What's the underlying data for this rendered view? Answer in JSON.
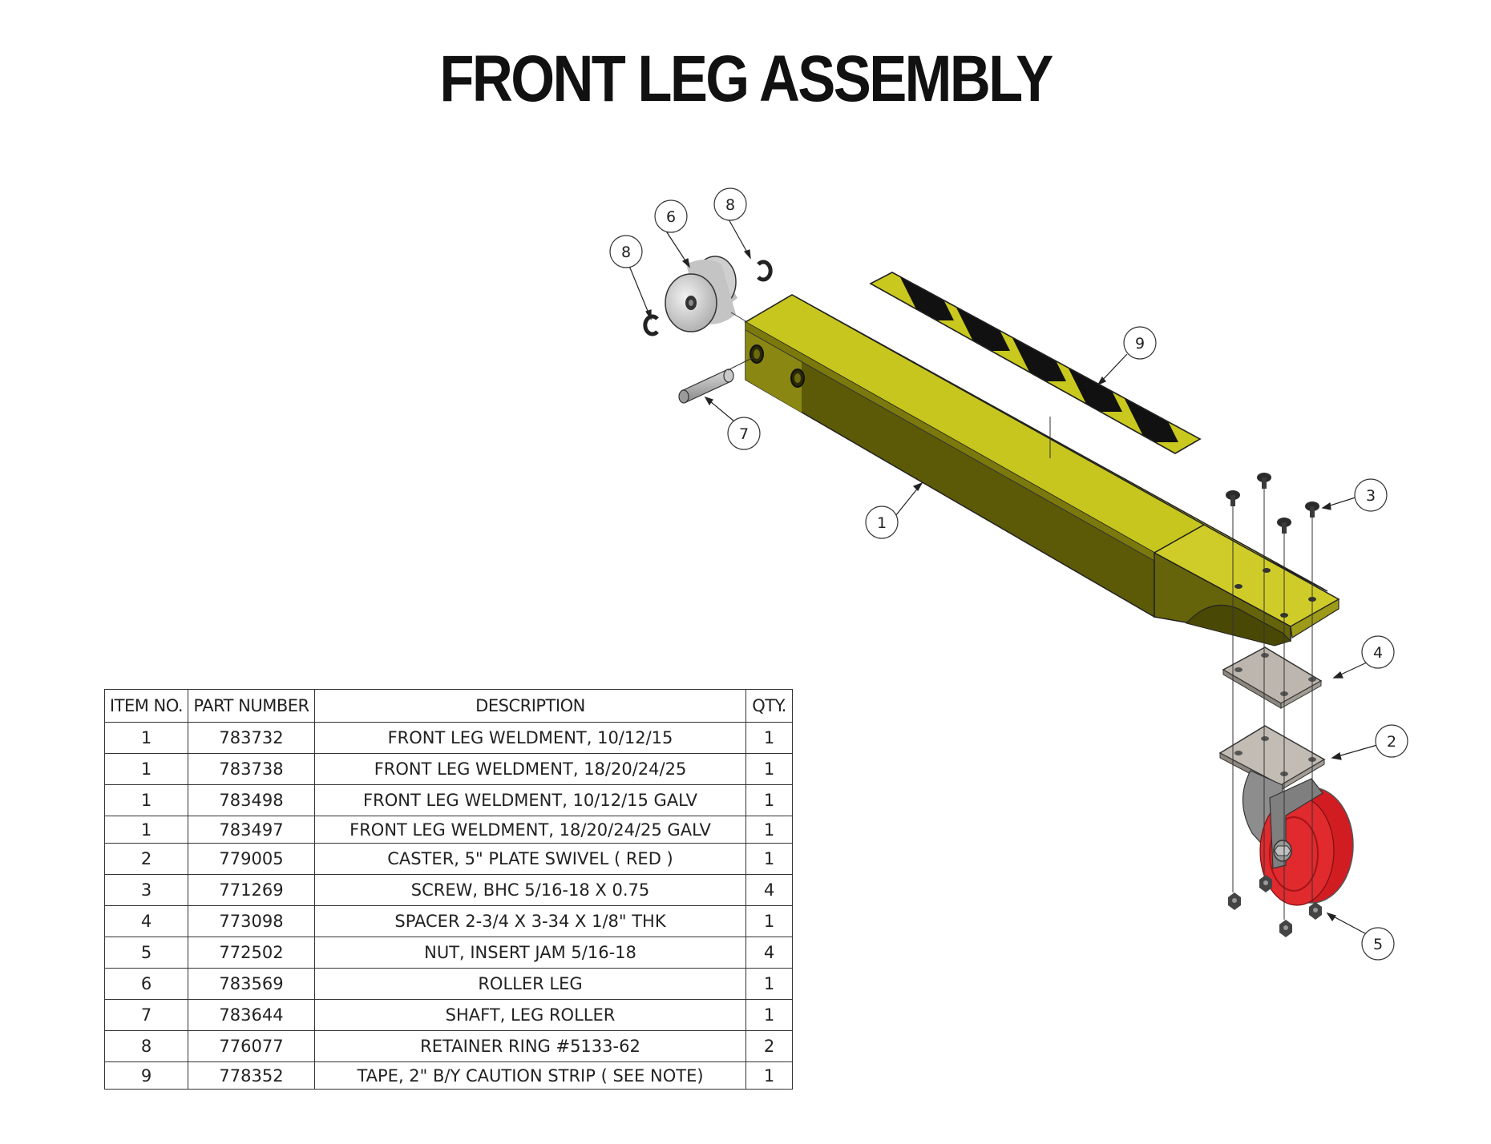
{
  "title": "FRONT LEG ASSEMBLY",
  "colors": {
    "leg_yellow": "#c7c61f",
    "leg_dark": "#5c5a06",
    "caution_black": "#111111",
    "caster_red": "#d21e22",
    "plate_gray": "#b9b4ad"
  },
  "callouts": [
    "1",
    "2",
    "3",
    "4",
    "5",
    "6",
    "7",
    "8",
    "8",
    "9"
  ],
  "table": {
    "headers": [
      "ITEM NO.",
      "PART NUMBER",
      "DESCRIPTION",
      "QTY."
    ],
    "rows": [
      [
        "1",
        "783732",
        "FRONT LEG WELDMENT, 10/12/15",
        "1"
      ],
      [
        "1",
        "783738",
        "FRONT LEG WELDMENT, 18/20/24/25",
        "1"
      ],
      [
        "1",
        "783498",
        "FRONT LEG WELDMENT, 10/12/15 GALV",
        "1"
      ],
      [
        "1",
        "783497",
        "FRONT LEG WELDMENT, 18/20/24/25 GALV",
        "1"
      ],
      [
        "2",
        "779005",
        "CASTER, 5\" PLATE SWIVEL ( RED )",
        "1"
      ],
      [
        "3",
        "771269",
        "SCREW, BHC 5/16-18 X 0.75",
        "4"
      ],
      [
        "4",
        "773098",
        "SPACER 2-3/4 X 3-34 X 1/8\" THK",
        "1"
      ],
      [
        "5",
        "772502",
        "NUT, INSERT JAM 5/16-18",
        "4"
      ],
      [
        "6",
        "783569",
        "ROLLER LEG",
        "1"
      ],
      [
        "7",
        "783644",
        "SHAFT, LEG ROLLER",
        "1"
      ],
      [
        "8",
        "776077",
        "RETAINER RING #5133-62",
        "2"
      ],
      [
        "9",
        "778352",
        "TAPE, 2\" B/Y CAUTION STRIP ( SEE NOTE)",
        "1"
      ]
    ]
  }
}
